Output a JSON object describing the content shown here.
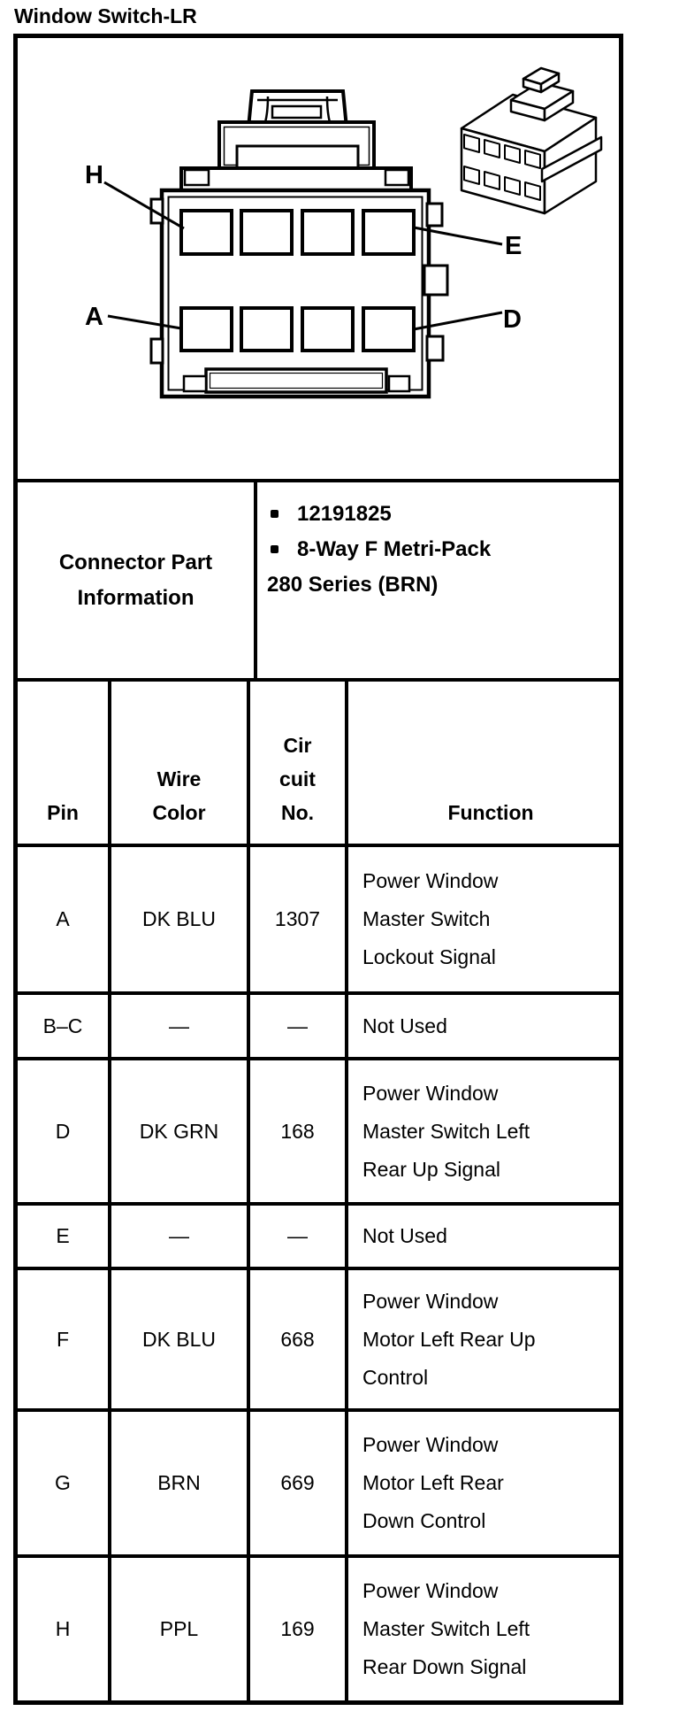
{
  "title": "Window Switch-LR",
  "colors": {
    "ink": "#000000",
    "background": "#ffffff"
  },
  "diagram": {
    "description": "8-way connector face view with two rows of four pin cavities and isometric housing view",
    "pin_labels": {
      "top_left": "H",
      "bottom_left": "A",
      "top_right": "E",
      "bottom_right": "D"
    }
  },
  "part_info": {
    "label": "Connector Part\nInformation",
    "bullets": [
      "12191825",
      "8-Way F Metri-Pack"
    ],
    "continuation": "280 Series (BRN)"
  },
  "pin_table": {
    "headers": {
      "pin": "Pin",
      "wire_color": "Wire\nColor",
      "circuit_no": "Cir\ncuit\nNo.",
      "function": "Function"
    },
    "rows": [
      {
        "pin": "A",
        "wire_color": "DK BLU",
        "circuit_no": "1307",
        "function": "Power Window\nMaster Switch\nLockout Signal"
      },
      {
        "pin": "B–C",
        "wire_color": "—",
        "circuit_no": "—",
        "function": "Not Used"
      },
      {
        "pin": "D",
        "wire_color": "DK GRN",
        "circuit_no": "168",
        "function": "Power Window\nMaster Switch Left\nRear Up Signal"
      },
      {
        "pin": "E",
        "wire_color": "—",
        "circuit_no": "—",
        "function": "Not Used"
      },
      {
        "pin": "F",
        "wire_color": "DK BLU",
        "circuit_no": "668",
        "function": "Power Window\nMotor Left Rear Up\nControl"
      },
      {
        "pin": "G",
        "wire_color": "BRN",
        "circuit_no": "669",
        "function": "Power Window\nMotor Left Rear\nDown Control"
      },
      {
        "pin": "H",
        "wire_color": "PPL",
        "circuit_no": "169",
        "function": "Power Window\nMaster Switch Left\nRear Down Signal"
      }
    ]
  }
}
